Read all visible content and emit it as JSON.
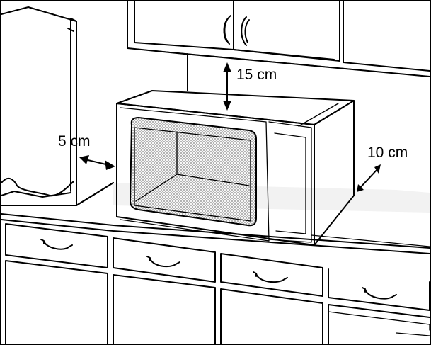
{
  "labels": {
    "top_clearance": "15 cm",
    "side_clearance": "5 cm",
    "rear_clearance": "10 cm"
  },
  "colors": {
    "line": "#000000",
    "fill": "#ffffff",
    "shade": "#e6e6e6"
  }
}
